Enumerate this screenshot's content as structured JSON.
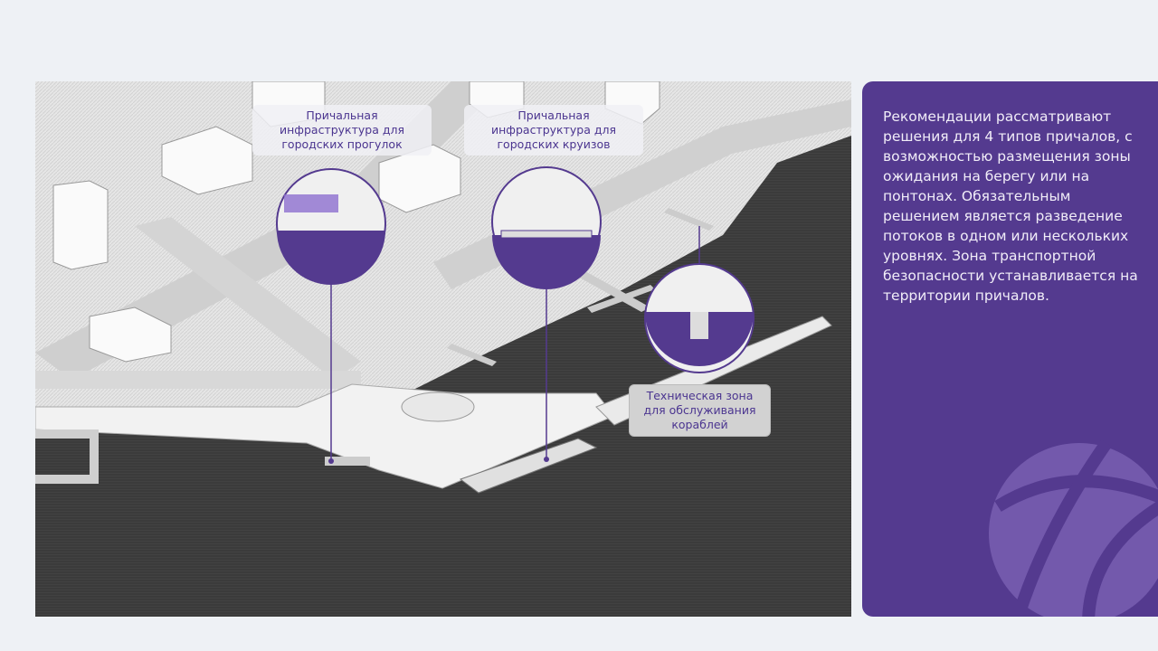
{
  "map": {
    "labels": {
      "walks": "Причальная инфраструктура для городских прогулок",
      "cruises": "Причальная инфраструктура для городских круизов",
      "technical": "Техническая зона для обслуживания кораблей"
    }
  },
  "panel": {
    "text": "Рекомендации рассматривают решения для 4 типов причалов, с возможностью размещения зоны ожидания на берегу или на понтонах. Обязательным решением является разведение потоков в одном или нескольких уровнях. Зона транспортной безопасности устанавливается на территории причалов."
  },
  "colors": {
    "accent": "#543a8f",
    "water": "#3b3b3b",
    "background": "#eef1f5"
  }
}
